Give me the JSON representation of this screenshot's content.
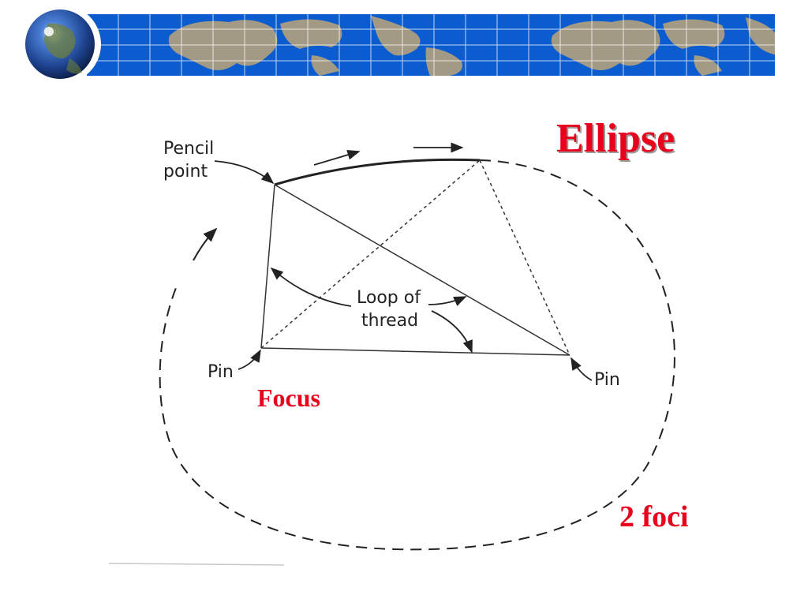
{
  "slide": {
    "title": "Ellipse",
    "annotation_focus": "Focus",
    "annotation_foci": "2 foci"
  },
  "diagram_labels": {
    "pencil_line1": "Pencil",
    "pencil_line2": "point",
    "loop_line1": "Loop of",
    "loop_line2": "thread",
    "pin_left": "Pin",
    "pin_right": "Pin"
  },
  "colors": {
    "banner_blue": "#0a5ccf",
    "land": "#a39a86",
    "title_red": "#e8001c"
  },
  "icons": [
    "globe-icon",
    "world-map-grid"
  ]
}
